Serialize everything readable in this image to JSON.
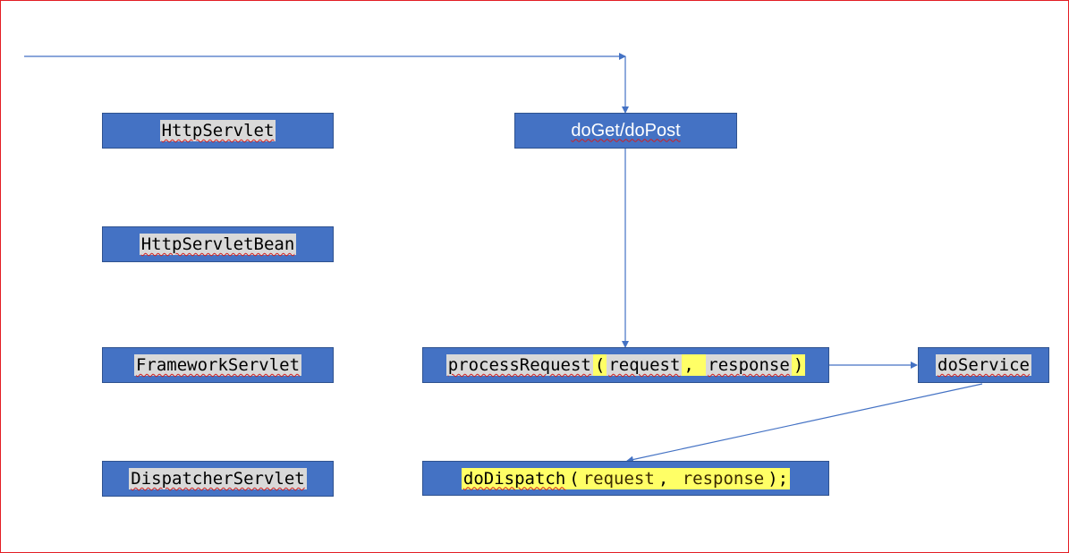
{
  "nodes": {
    "http_servlet": "HttpServlet",
    "http_servlet_bean": "HttpServletBean",
    "framework_servlet": "FrameworkServlet",
    "dispatcher_servlet": "DispatcherServlet",
    "do_get_do_post": "doGet/doPost",
    "process_request": {
      "name": "processRequest",
      "open": "(",
      "arg1": "request",
      "comma": ", ",
      "arg2": "response",
      "close": ")"
    },
    "do_service": "doService",
    "do_dispatch": {
      "name": "doDispatch",
      "open": "(",
      "arg1": "request",
      "comma": ", ",
      "arg2": "response",
      "close": ");"
    }
  },
  "colors": {
    "box_fill": "#4472c4",
    "box_border": "#2f528f",
    "arrow": "#4472c4",
    "frame_border": "#e31e24",
    "highlight": "#ffff66"
  }
}
